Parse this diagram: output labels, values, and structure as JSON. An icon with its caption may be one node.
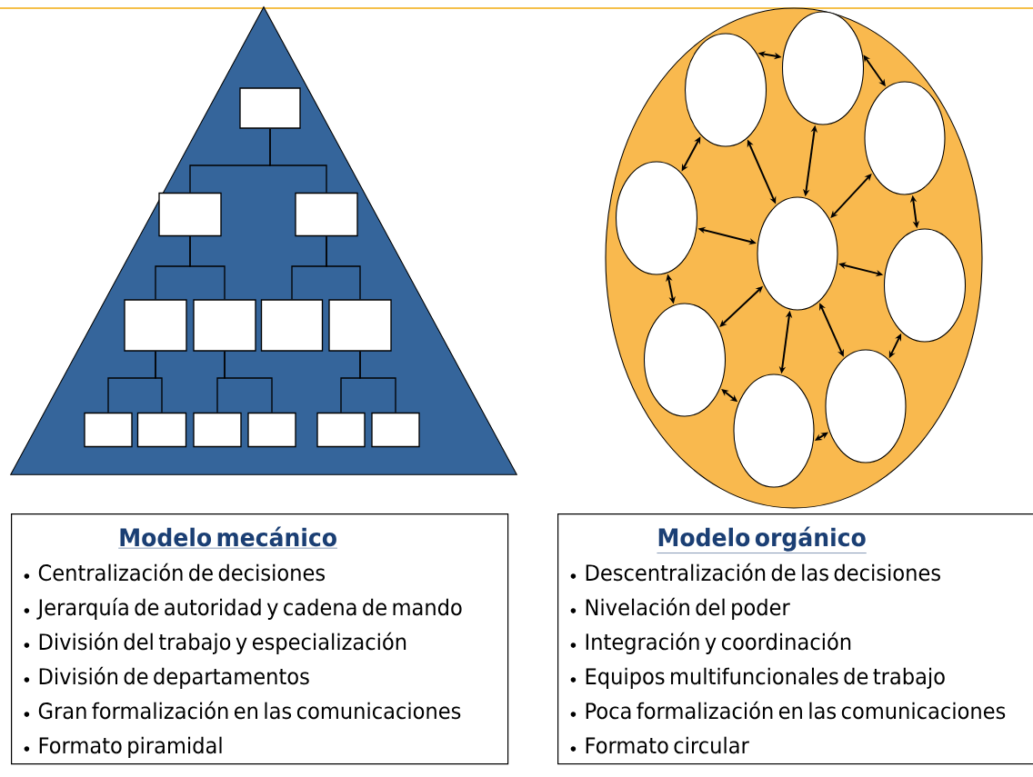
{
  "diagram": {
    "nodes": [
      {
        "text": [],
        "shape": "triangle"
      },
      {
        "text": [],
        "shape": "box",
        "in": 0
      },
      {
        "text": [],
        "shape": "box",
        "in": 0
      },
      {
        "text": [],
        "shape": "box",
        "in": 0
      },
      {
        "text": [],
        "shape": "box",
        "in": 0
      },
      {
        "text": [],
        "shape": "box",
        "in": 0
      },
      {
        "text": [],
        "shape": "box",
        "in": 0
      },
      {
        "text": [],
        "shape": "box",
        "in": 0
      },
      {
        "text": [],
        "shape": "box",
        "in": 0
      },
      {
        "text": [],
        "shape": "box",
        "in": 0
      },
      {
        "text": [],
        "shape": "box",
        "in": 0
      },
      {
        "text": [],
        "shape": "box",
        "in": 0
      },
      {
        "text": [],
        "shape": "box",
        "in": 0
      },
      {
        "text": [],
        "shape": "box",
        "in": 0
      },
      {
        "text": [],
        "shape": "ellipse"
      },
      {
        "text": [],
        "shape": "circle",
        "in": 14
      },
      {
        "text": [],
        "shape": "circle",
        "in": 14
      },
      {
        "text": [],
        "shape": "circle",
        "in": 14
      },
      {
        "text": [],
        "shape": "circle",
        "in": 14
      },
      {
        "text": [],
        "shape": "circle",
        "in": 14
      },
      {
        "text": [],
        "shape": "circle",
        "in": 14
      },
      {
        "text": [],
        "shape": "circle",
        "in": 14
      },
      {
        "text": [],
        "shape": "circle",
        "in": 14
      },
      {
        "text": [],
        "shape": "circle",
        "in": 14
      },
      {
        "text": [
          "Modelo mecánico",
          "Centralización de decisiones",
          "Jerarquía de autoridad y cadena de mando",
          "División del trabajo y especialización",
          "División de departamentos",
          "Gran formalización en las comunicaciones",
          "Formato piramidal"
        ]
      },
      {
        "text": [
          "Modelo orgánico",
          "Descentralización de las decisiones",
          "Nivelación del poder",
          "Integración y coordinación",
          "Equipos multifuncionales de trabajo",
          "Poca formalización en las comunicaciones",
          "Formato circular"
        ]
      }
    ],
    "edges": [
      {
        "from": 1,
        "to": 2,
        "arrow": "none"
      },
      {
        "from": 1,
        "to": 3,
        "arrow": "none"
      },
      {
        "from": 2,
        "to": 4,
        "arrow": "none"
      },
      {
        "from": 2,
        "to": 5,
        "arrow": "none"
      },
      {
        "from": 3,
        "to": 6,
        "arrow": "none"
      },
      {
        "from": 3,
        "to": 7,
        "arrow": "none"
      },
      {
        "from": 4,
        "to": 8,
        "arrow": "none"
      },
      {
        "from": 4,
        "to": 9,
        "arrow": "none"
      },
      {
        "from": 5,
        "to": 10,
        "arrow": "none"
      },
      {
        "from": 5,
        "to": 11,
        "arrow": "none"
      },
      {
        "from": 7,
        "to": 12,
        "arrow": "none"
      },
      {
        "from": 7,
        "to": 13,
        "arrow": "none"
      },
      {
        "from": 16,
        "to": 15,
        "arrow": "both"
      },
      {
        "from": 15,
        "to": 17,
        "arrow": "both"
      },
      {
        "from": 17,
        "to": 20,
        "arrow": "both"
      },
      {
        "from": 20,
        "to": 22,
        "arrow": "both"
      },
      {
        "from": 22,
        "to": 23,
        "arrow": "both"
      },
      {
        "from": 23,
        "to": 21,
        "arrow": "both"
      },
      {
        "from": 21,
        "to": 18,
        "arrow": "both"
      },
      {
        "from": 18,
        "to": 16,
        "arrow": "both"
      },
      {
        "from": 19,
        "to": 15,
        "arrow": "both"
      },
      {
        "from": 19,
        "to": 16,
        "arrow": "both"
      },
      {
        "from": 19,
        "to": 17,
        "arrow": "both"
      },
      {
        "from": 19,
        "to": 18,
        "arrow": "both"
      },
      {
        "from": 19,
        "to": 20,
        "arrow": "both"
      },
      {
        "from": 19,
        "to": 21,
        "arrow": "both"
      },
      {
        "from": 19,
        "to": 22,
        "arrow": "both"
      },
      {
        "from": 19,
        "to": 23,
        "arrow": "both"
      }
    ]
  }
}
